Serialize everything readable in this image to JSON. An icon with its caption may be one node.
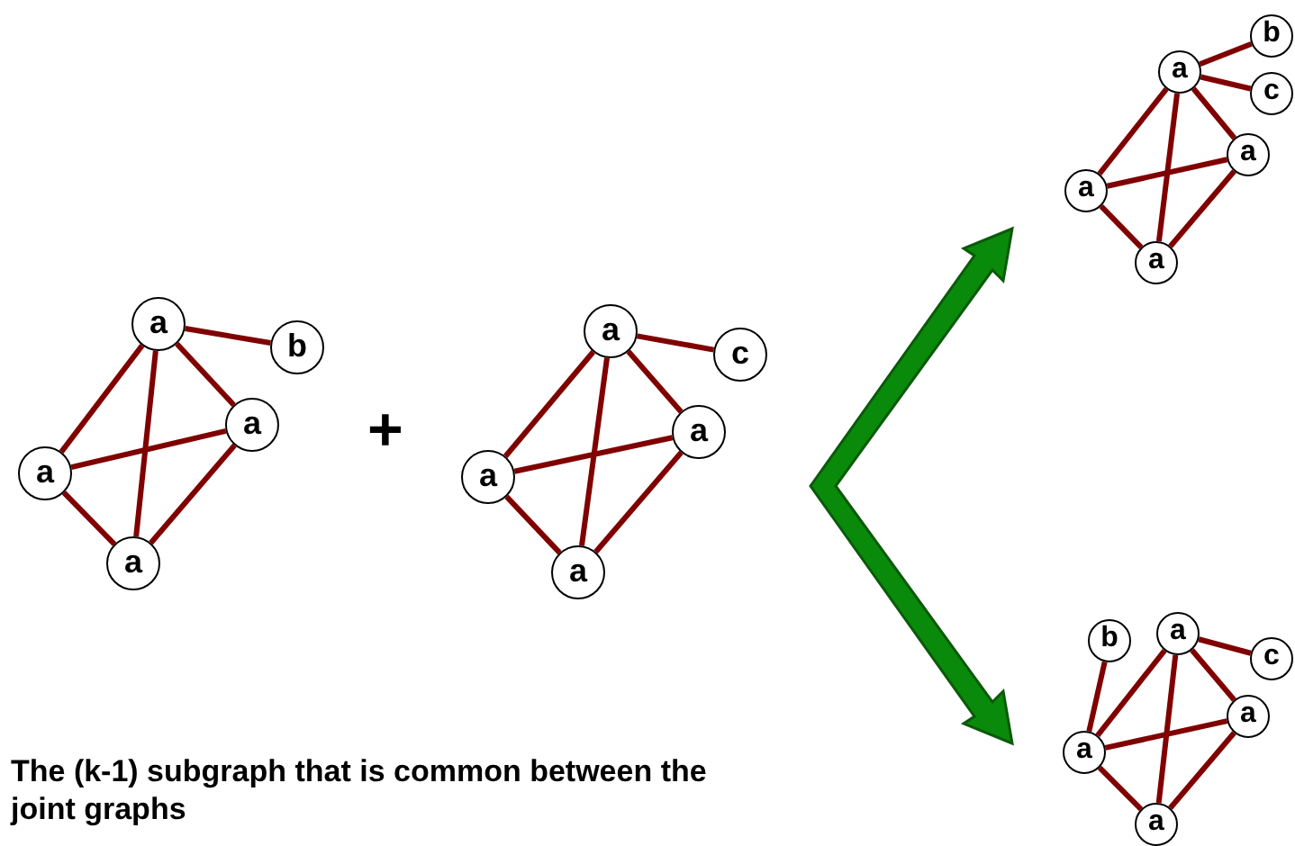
{
  "diagram": {
    "nodes": [
      {
        "text": [
          "a"
        ]
      },
      {
        "text": [
          "b"
        ]
      },
      {
        "text": [
          "a"
        ]
      },
      {
        "text": [
          "a"
        ]
      },
      {
        "text": [
          "a"
        ]
      },
      {
        "text": [
          "a"
        ]
      },
      {
        "text": [
          "c"
        ]
      },
      {
        "text": [
          "a"
        ]
      },
      {
        "text": [
          "a"
        ]
      },
      {
        "text": [
          "a"
        ]
      },
      {
        "text": [
          "a"
        ]
      },
      {
        "text": [
          "b"
        ]
      },
      {
        "text": [
          "c"
        ]
      },
      {
        "text": [
          "a"
        ]
      },
      {
        "text": [
          "a"
        ]
      },
      {
        "text": [
          "a"
        ]
      },
      {
        "text": [
          "b"
        ]
      },
      {
        "text": [
          "a"
        ]
      },
      {
        "text": [
          "c"
        ]
      },
      {
        "text": [
          "a"
        ]
      },
      {
        "text": [
          "a"
        ]
      },
      {
        "text": [
          "a"
        ]
      }
    ],
    "edges": [
      {
        "from": 0,
        "to": 1,
        "arrow": "none"
      },
      {
        "from": 0,
        "to": 3,
        "arrow": "none"
      },
      {
        "from": 0,
        "to": 2,
        "arrow": "none"
      },
      {
        "from": 0,
        "to": 4,
        "arrow": "none"
      },
      {
        "from": 3,
        "to": 2,
        "arrow": "none"
      },
      {
        "from": 3,
        "to": 4,
        "arrow": "none"
      },
      {
        "from": 2,
        "to": 4,
        "arrow": "none"
      },
      {
        "from": 5,
        "to": 6,
        "arrow": "none"
      },
      {
        "from": 5,
        "to": 8,
        "arrow": "none"
      },
      {
        "from": 5,
        "to": 7,
        "arrow": "none"
      },
      {
        "from": 5,
        "to": 9,
        "arrow": "none"
      },
      {
        "from": 8,
        "to": 7,
        "arrow": "none"
      },
      {
        "from": 8,
        "to": 9,
        "arrow": "none"
      },
      {
        "from": 7,
        "to": 9,
        "arrow": "none"
      },
      {
        "from": 10,
        "to": 11,
        "arrow": "none"
      },
      {
        "from": 10,
        "to": 12,
        "arrow": "none"
      },
      {
        "from": 10,
        "to": 14,
        "arrow": "none"
      },
      {
        "from": 10,
        "to": 13,
        "arrow": "none"
      },
      {
        "from": 10,
        "to": 15,
        "arrow": "none"
      },
      {
        "from": 14,
        "to": 13,
        "arrow": "none"
      },
      {
        "from": 14,
        "to": 15,
        "arrow": "none"
      },
      {
        "from": 13,
        "to": 15,
        "arrow": "none"
      },
      {
        "from": 16,
        "to": 20,
        "arrow": "none"
      },
      {
        "from": 17,
        "to": 18,
        "arrow": "none"
      },
      {
        "from": 17,
        "to": 19,
        "arrow": "none"
      },
      {
        "from": 17,
        "to": 20,
        "arrow": "none"
      },
      {
        "from": 17,
        "to": 21,
        "arrow": "none"
      },
      {
        "from": 19,
        "to": 20,
        "arrow": "none"
      },
      {
        "from": 19,
        "to": 21,
        "arrow": "none"
      },
      {
        "from": 20,
        "to": 21,
        "arrow": "none"
      }
    ],
    "labels": [
      "+",
      "The (k-1) subgraph that is common between the joint graphs"
    ]
  }
}
